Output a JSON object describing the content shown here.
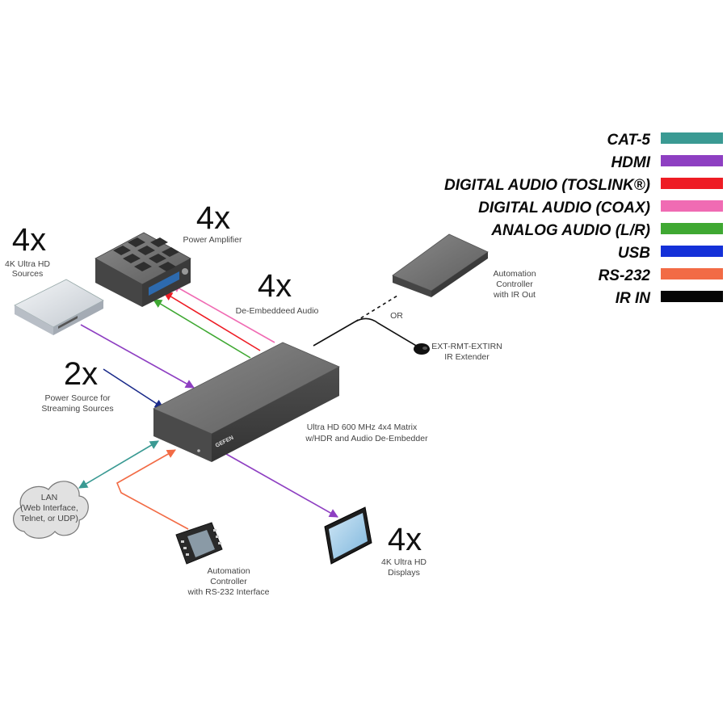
{
  "legend": [
    {
      "label": "CAT-5",
      "color": "#3a9a93"
    },
    {
      "label": "HDMI",
      "color": "#8e3fc2"
    },
    {
      "label": "DIGITAL AUDIO (TOSLINK®)",
      "color": "#ee1c24"
    },
    {
      "label": "DIGITAL AUDIO (COAX)",
      "color": "#f06bb3"
    },
    {
      "label": "ANALOG AUDIO (L/R)",
      "color": "#3fa832"
    },
    {
      "label": "USB",
      "color": "#1430d8"
    },
    {
      "label": "RS-232",
      "color": "#f26b45"
    },
    {
      "label": "IR IN",
      "color": "#050505"
    }
  ],
  "devices": {
    "sources": {
      "count": "4x",
      "label_1": "4K Ultra  HD",
      "label_2": "Sources"
    },
    "amplifier": {
      "count": "4x",
      "label": "Power Amplifier"
    },
    "audio": {
      "count": "4x",
      "label": "De-Embeddeed Audio"
    },
    "power": {
      "count": "2x",
      "label_1": "Power Source for",
      "label_2": "Streaming Sources"
    },
    "matrix": {
      "label_1": "Ultra HD 600 MHz 4x4 Matrix",
      "label_2": "w/HDR and Audio De-Embedder",
      "brand": "GEFEN"
    },
    "ir_controller": {
      "label_1": "Automation",
      "label_2": "Controller",
      "label_3": "with IR Out"
    },
    "or_text": "OR",
    "ir_extender": {
      "label_1": "EXT-RMT-EXTIRN",
      "label_2": "IR Extender"
    },
    "lan": {
      "label_1": "LAN",
      "label_2": "(Web Interface,",
      "label_3": "Telnet, or UDP)"
    },
    "rs232_controller": {
      "label_1": "Automation",
      "label_2": "Controller",
      "label_3": "with RS-232 Interface"
    },
    "displays": {
      "count": "4x",
      "label_1": "4K Ultra HD",
      "label_2": "Displays"
    }
  }
}
